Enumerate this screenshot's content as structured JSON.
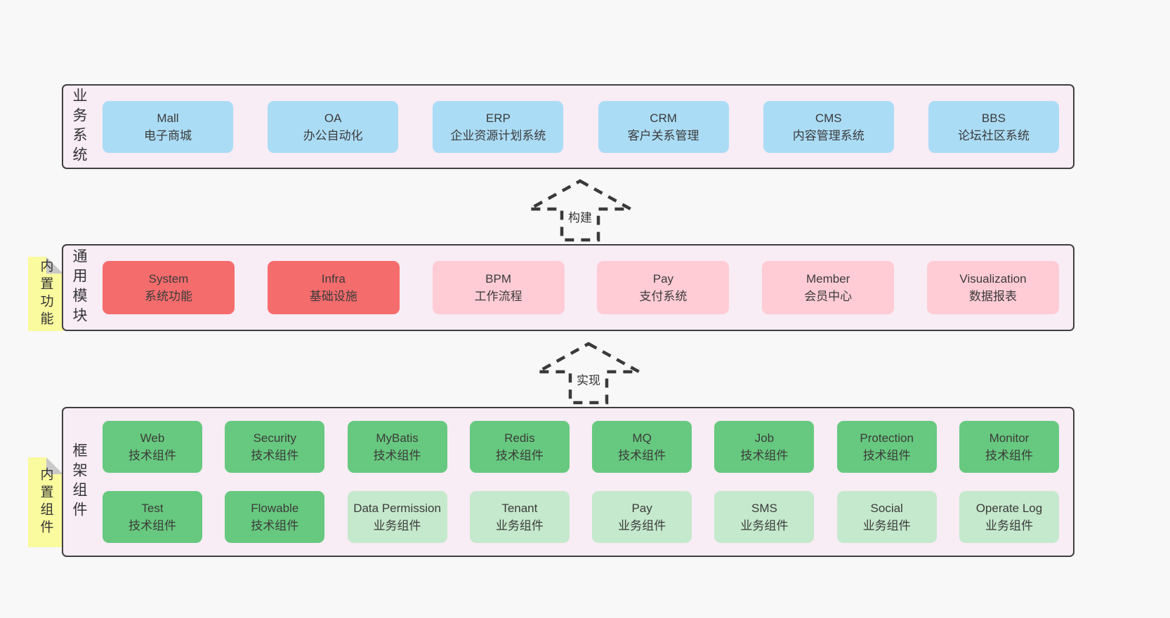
{
  "colors": {
    "blue": "#abdcf5",
    "red": "#f56c6c",
    "pink": "#ffccd5",
    "green": "#67c97f",
    "lightgreen": "#c5e9cc",
    "container_bg": "#f8ecf5",
    "container_border": "#3f3f3f",
    "note_yellow": "#fafa9e",
    "note_fold_gray": "#c9c9c9",
    "page_bg": "#f8f8f8",
    "text": "#3b3b3b"
  },
  "arrows": [
    {
      "label": "构建"
    },
    {
      "label": "实现"
    }
  ],
  "sections": [
    {
      "label": "业务系统",
      "note": null,
      "rows": [
        [
          {
            "name": "Mall",
            "desc": "电子商城",
            "variant": "blue"
          },
          {
            "name": "OA",
            "desc": "办公自动化",
            "variant": "blue"
          },
          {
            "name": "ERP",
            "desc": "企业资源计划系统",
            "variant": "blue"
          },
          {
            "name": "CRM",
            "desc": "客户关系管理",
            "variant": "blue"
          },
          {
            "name": "CMS",
            "desc": "内容管理系统",
            "variant": "blue"
          },
          {
            "name": "BBS",
            "desc": "论坛社区系统",
            "variant": "blue"
          }
        ]
      ]
    },
    {
      "label": "通用模块",
      "note": "内置功能",
      "rows": [
        [
          {
            "name": "System",
            "desc": "系统功能",
            "variant": "red"
          },
          {
            "name": "Infra",
            "desc": "基础设施",
            "variant": "red"
          },
          {
            "name": "BPM",
            "desc": "工作流程",
            "variant": "pink"
          },
          {
            "name": "Pay",
            "desc": "支付系统",
            "variant": "pink"
          },
          {
            "name": "Member",
            "desc": "会员中心",
            "variant": "pink"
          },
          {
            "name": "Visualization",
            "desc": "数据报表",
            "variant": "pink"
          }
        ]
      ]
    },
    {
      "label": "框架组件",
      "note": "内置组件",
      "rows": [
        [
          {
            "name": "Web",
            "desc": "技术组件",
            "variant": "green"
          },
          {
            "name": "Security",
            "desc": "技术组件",
            "variant": "green"
          },
          {
            "name": "MyBatis",
            "desc": "技术组件",
            "variant": "green"
          },
          {
            "name": "Redis",
            "desc": "技术组件",
            "variant": "green"
          },
          {
            "name": "MQ",
            "desc": "技术组件",
            "variant": "green"
          },
          {
            "name": "Job",
            "desc": "技术组件",
            "variant": "green"
          },
          {
            "name": "Protection",
            "desc": "技术组件",
            "variant": "green"
          },
          {
            "name": "Monitor",
            "desc": "技术组件",
            "variant": "green"
          }
        ],
        [
          {
            "name": "Test",
            "desc": "技术组件",
            "variant": "green"
          },
          {
            "name": "Flowable",
            "desc": "技术组件",
            "variant": "green"
          },
          {
            "name": "Data Permission",
            "desc": "业务组件",
            "variant": "lightgreen"
          },
          {
            "name": "Tenant",
            "desc": "业务组件",
            "variant": "lightgreen"
          },
          {
            "name": "Pay",
            "desc": "业务组件",
            "variant": "lightgreen"
          },
          {
            "name": "SMS",
            "desc": "业务组件",
            "variant": "lightgreen"
          },
          {
            "name": "Social",
            "desc": "业务组件",
            "variant": "lightgreen"
          },
          {
            "name": "Operate Log",
            "desc": "业务组件",
            "variant": "lightgreen"
          }
        ]
      ]
    }
  ]
}
